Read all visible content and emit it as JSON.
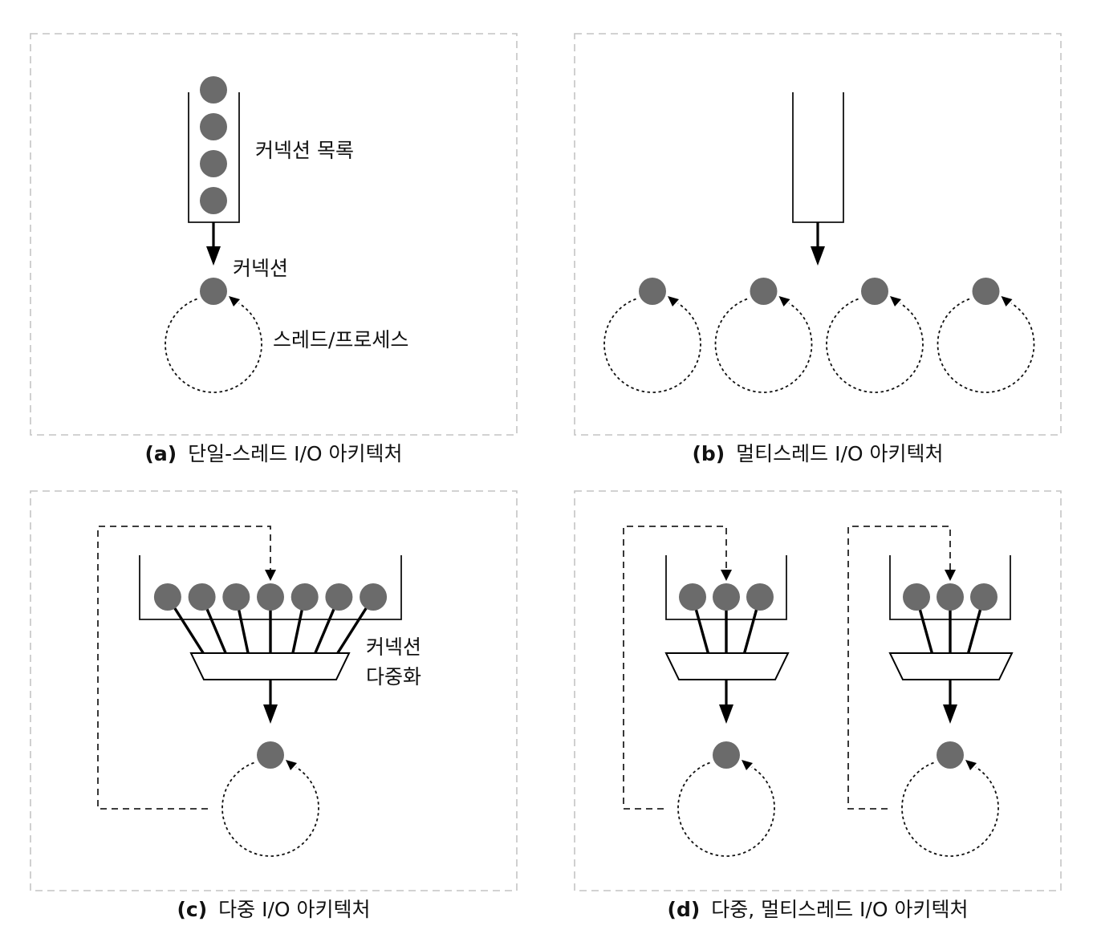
{
  "figure": {
    "panels": [
      {
        "id": "a",
        "caption_letter": "(a)",
        "caption_text": "단일-스레드 I/O 아키텍처",
        "labels": {
          "queue": "커넥션 목록",
          "connection": "커넥션",
          "thread": "스레드/프로세스"
        },
        "queued_connections": 4,
        "threads": 1
      },
      {
        "id": "b",
        "caption_letter": "(b)",
        "caption_text": "멀티스레드 I/O 아키텍처",
        "queued_connections": 0,
        "threads": 4
      },
      {
        "id": "c",
        "caption_letter": "(c)",
        "caption_text": "다중 I/O 아키텍처",
        "labels": {
          "mux_line1": "커넥션",
          "mux_line2": "다중화"
        },
        "queued_connections": 7,
        "threads": 1
      },
      {
        "id": "d",
        "caption_letter": "(d)",
        "caption_text": "다중, 멀티스레드 I/O 아키텍처",
        "groups": 2,
        "queued_connections_per_group": 3,
        "threads": 2
      }
    ],
    "colors": {
      "node": "#6b6b6b",
      "frame": "#c4c4c4",
      "ink": "#000000"
    }
  }
}
